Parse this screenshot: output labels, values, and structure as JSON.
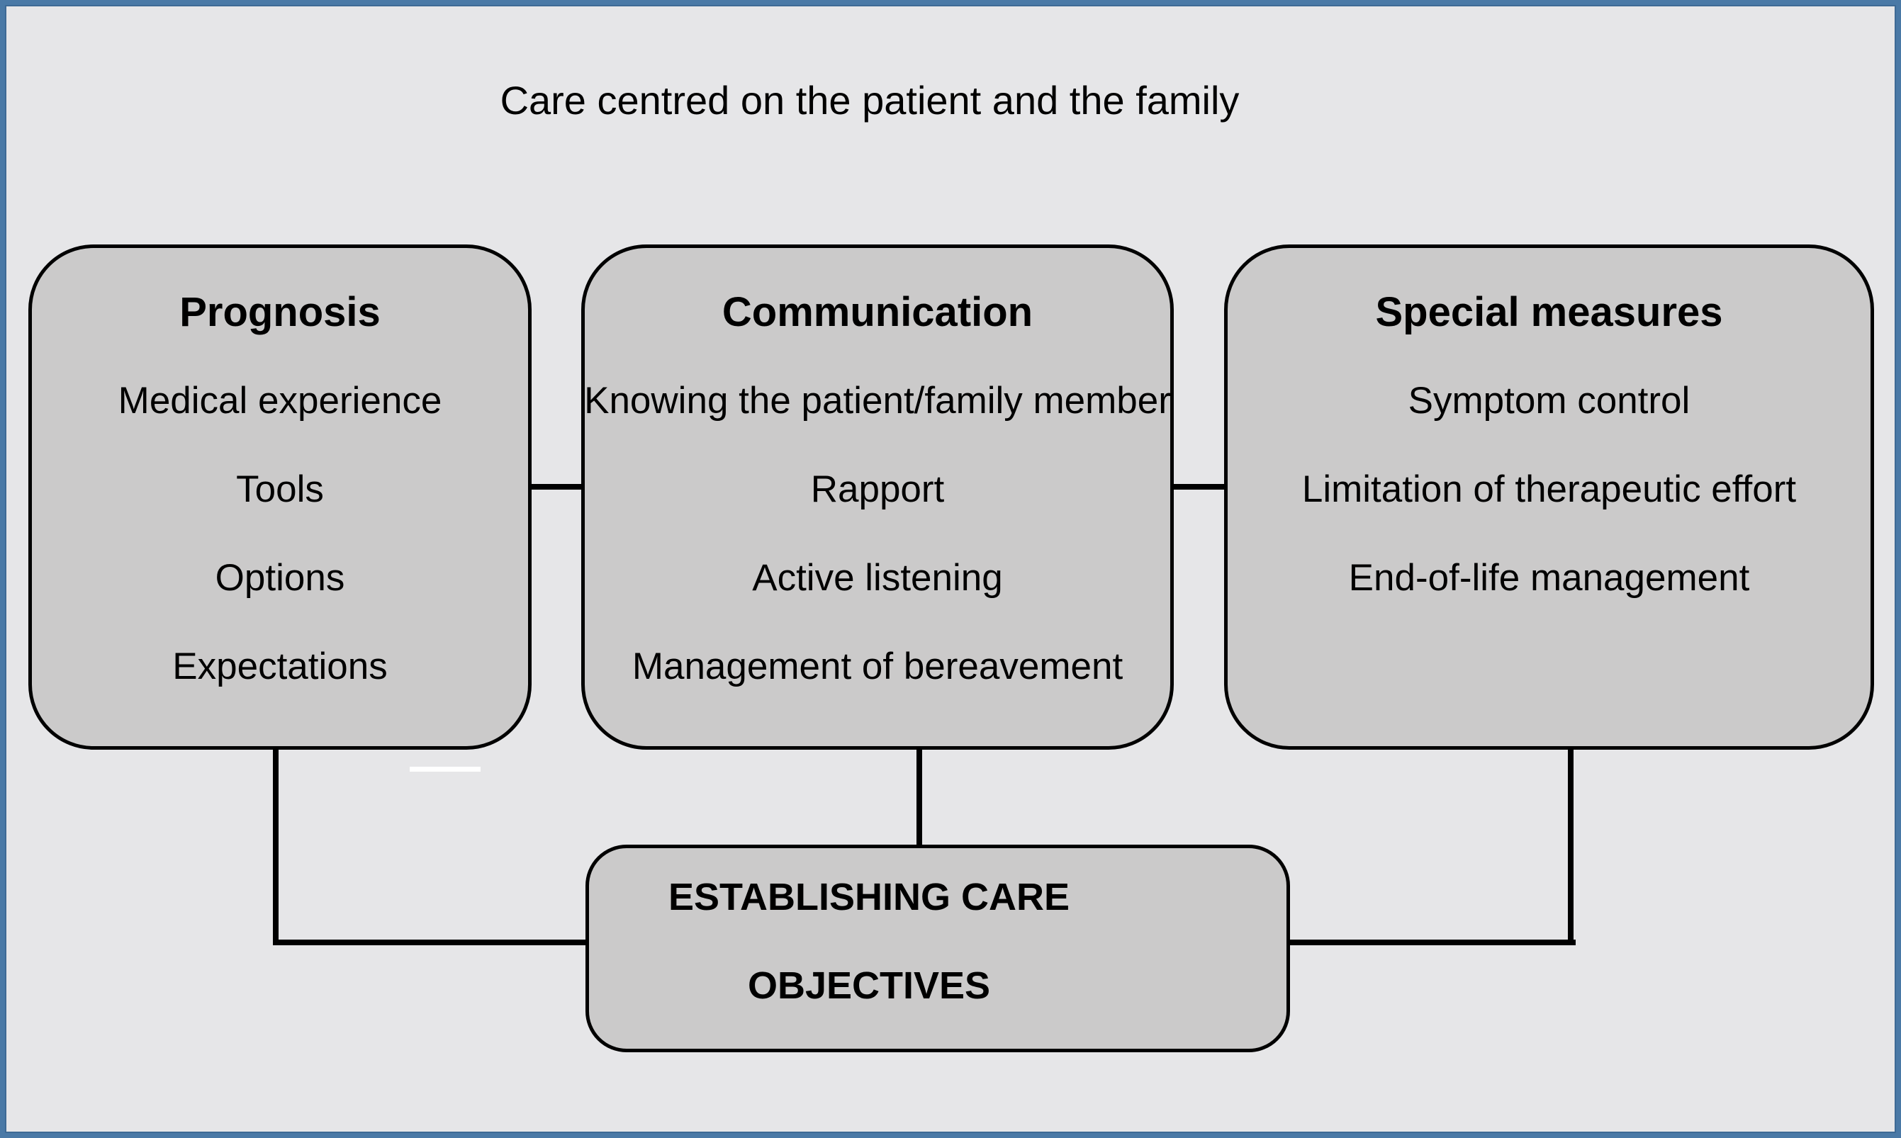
{
  "title": "Care centred on the patient and the family",
  "boxes": [
    {
      "heading": "Prognosis",
      "items": [
        "Medical experience",
        "Tools",
        "Options",
        "Expectations"
      ]
    },
    {
      "heading": "Communication",
      "items": [
        "Knowing the patient/family member",
        "Rapport",
        "Active listening",
        "Management of bereavement"
      ]
    },
    {
      "heading": "Special measures",
      "items": [
        "Symptom control",
        "Limitation of therapeutic effort",
        "End-of-life management"
      ]
    }
  ],
  "outcome": {
    "line1": "ESTABLISHING CARE",
    "line2": "OBJECTIVES"
  },
  "colors": {
    "frame_blue": "#4a79a6",
    "frame_blue_dark": "#3e6a95",
    "background": "#e6e6e8",
    "box_fill": "#cbcaca",
    "line_black": "#000000"
  }
}
